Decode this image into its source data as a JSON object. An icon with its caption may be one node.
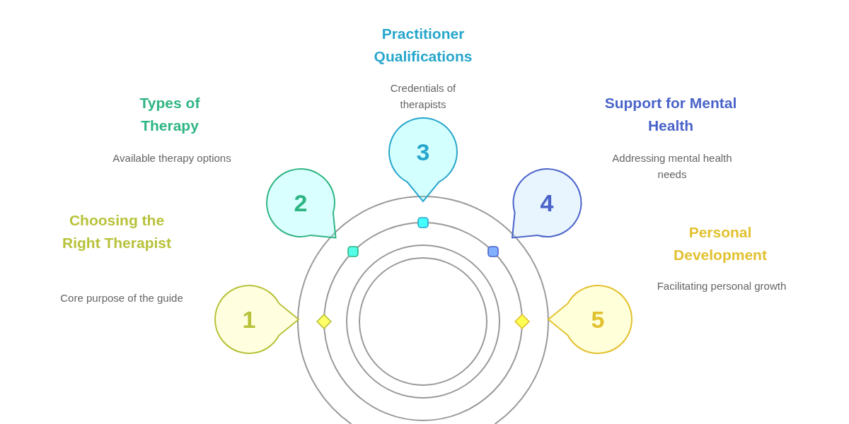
{
  "diagram": {
    "nodes": [
      {
        "text": [
          "1"
        ],
        "beside": [
          "Choosing the Right Therapist",
          "Core purpose of the guide"
        ]
      },
      {
        "text": [
          "2"
        ],
        "beside": [
          "Types of Therapy",
          "Available therapy options"
        ]
      },
      {
        "text": [
          "3"
        ],
        "beside": [
          "Practitioner Qualifications",
          "Credentials of therapists"
        ]
      },
      {
        "text": [
          "4"
        ],
        "beside": [
          "Support for Mental Health",
          "Addressing mental health needs"
        ]
      },
      {
        "text": [
          "5"
        ],
        "beside": [
          "Personal Development",
          "Facilitating personal growth"
        ]
      }
    ]
  }
}
